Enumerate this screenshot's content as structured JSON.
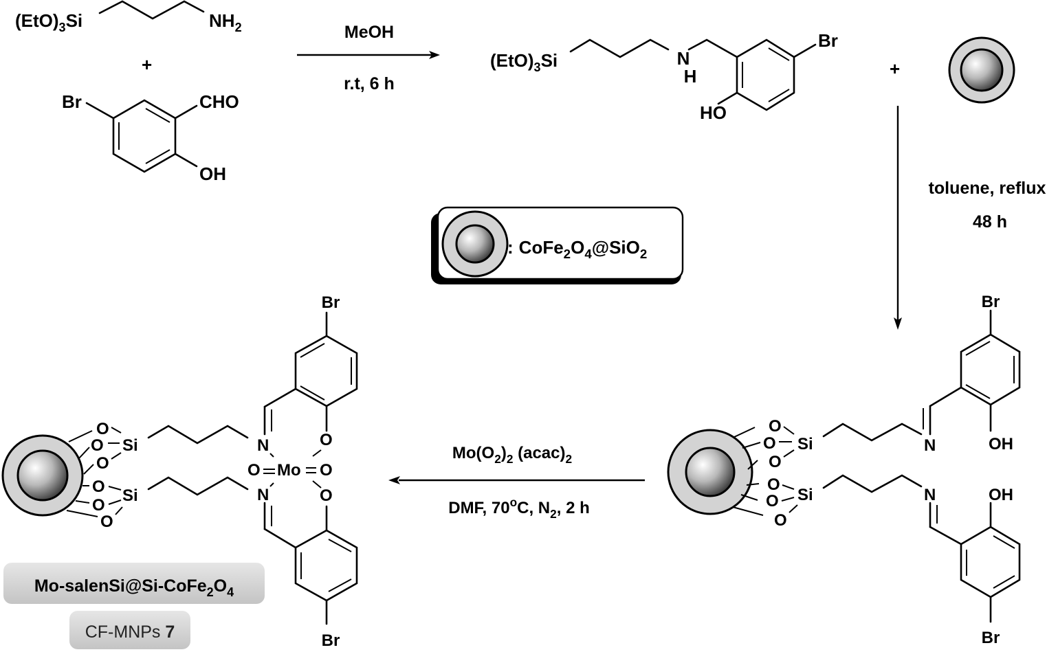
{
  "scheme": {
    "reactant1": {
      "silane": "(EtO)",
      "silane_sub": "3",
      "silane_tail": "Si",
      "amine": "NH",
      "amine_sub": "2"
    },
    "plus1": "+",
    "reactant2": {
      "br": "Br",
      "cho": "CHO",
      "oh": "OH"
    },
    "step1": {
      "reagent": "MeOH",
      "conditions": "r.t, 6 h"
    },
    "intermediate": {
      "silane": "(EtO)",
      "silane_sub": "3",
      "silane_tail": "Si",
      "n": "N",
      "h": "H",
      "br": "Br",
      "ho": "HO"
    },
    "plus2": "+",
    "step2": {
      "line1": "toluene, reflux",
      "line2": "48 h"
    },
    "legend": {
      "colon": ":",
      "formula": [
        {
          "t": "CoFe"
        },
        {
          "s": "2"
        },
        {
          "t": "O"
        },
        {
          "s": "4"
        },
        {
          "t": "@SiO"
        },
        {
          "s": "2"
        }
      ]
    },
    "supported_ligand": {
      "o": "O",
      "si": "Si",
      "n": "N",
      "oh": "OH",
      "br": "Br"
    },
    "step3": {
      "reagent": [
        {
          "t": "Mo(O"
        },
        {
          "s": "2"
        },
        {
          "t": ")"
        },
        {
          "s": "2"
        },
        {
          "t": " (acac)"
        },
        {
          "s": "2"
        }
      ],
      "conditions": [
        {
          "t": "DMF, 70"
        },
        {
          "sup": "o"
        },
        {
          "t": "C, N"
        },
        {
          "s": "2"
        },
        {
          "t": ", 2 h"
        }
      ]
    },
    "product": {
      "o": "O",
      "si": "Si",
      "n": "N",
      "mo": "Mo",
      "br": "Br"
    },
    "product_name": [
      {
        "t": "Mo-salenSi@Si-CoFe"
      },
      {
        "s": "2"
      },
      {
        "t": "O"
      },
      {
        "s": "4"
      }
    ],
    "product_code": {
      "name": "CF-MNPs ",
      "number": "7"
    }
  }
}
